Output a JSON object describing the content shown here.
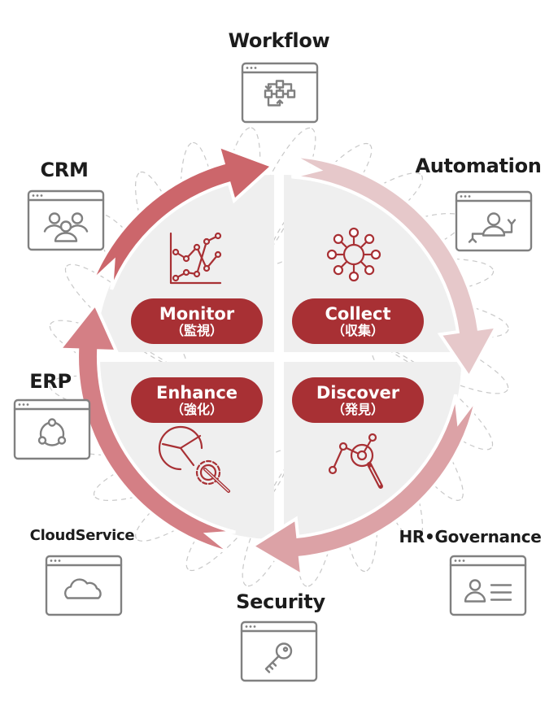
{
  "diagram": {
    "title": "Data utilization cycle",
    "colors": {
      "arrow_top": "#cc666b",
      "arrow_right": "#e6c8ca",
      "arrow_bottom": "#dca2a6",
      "arrow_left": "#d47f85",
      "quadrant_fill": "#efefef",
      "pill_fill": "#a83034",
      "icon_red": "#a83034",
      "window_gray": "#808080",
      "dash_gray": "#c8c8c8"
    },
    "phases": [
      {
        "id": "monitor",
        "label": "Monitor",
        "label_jp": "（監視）",
        "icon": "line-chart-icon"
      },
      {
        "id": "collect",
        "label": "Collect",
        "label_jp": "（収集）",
        "icon": "network-hub-icon"
      },
      {
        "id": "discover",
        "label": "Discover",
        "label_jp": "（発見）",
        "icon": "magnify-network-icon"
      },
      {
        "id": "enhance",
        "label": "Enhance",
        "label_jp": "（強化）",
        "icon": "pie-chart-gear-icon"
      }
    ],
    "cycle_order": [
      "Monitor",
      "Collect",
      "Discover",
      "Enhance"
    ],
    "systems": [
      {
        "id": "workflow",
        "label": "Workflow",
        "icon": "flowchart-icon"
      },
      {
        "id": "automation",
        "label": "Automation",
        "icon": "robot-user-icon"
      },
      {
        "id": "hr-governance",
        "label": "HR•Governance",
        "icon": "id-card-icon"
      },
      {
        "id": "security",
        "label": "Security",
        "icon": "key-icon"
      },
      {
        "id": "cloudservice",
        "label": "CloudService",
        "icon": "cloud-icon"
      },
      {
        "id": "erp",
        "label": "ERP",
        "icon": "share-triangle-icon"
      },
      {
        "id": "crm",
        "label": "CRM",
        "icon": "people-group-icon"
      }
    ]
  }
}
